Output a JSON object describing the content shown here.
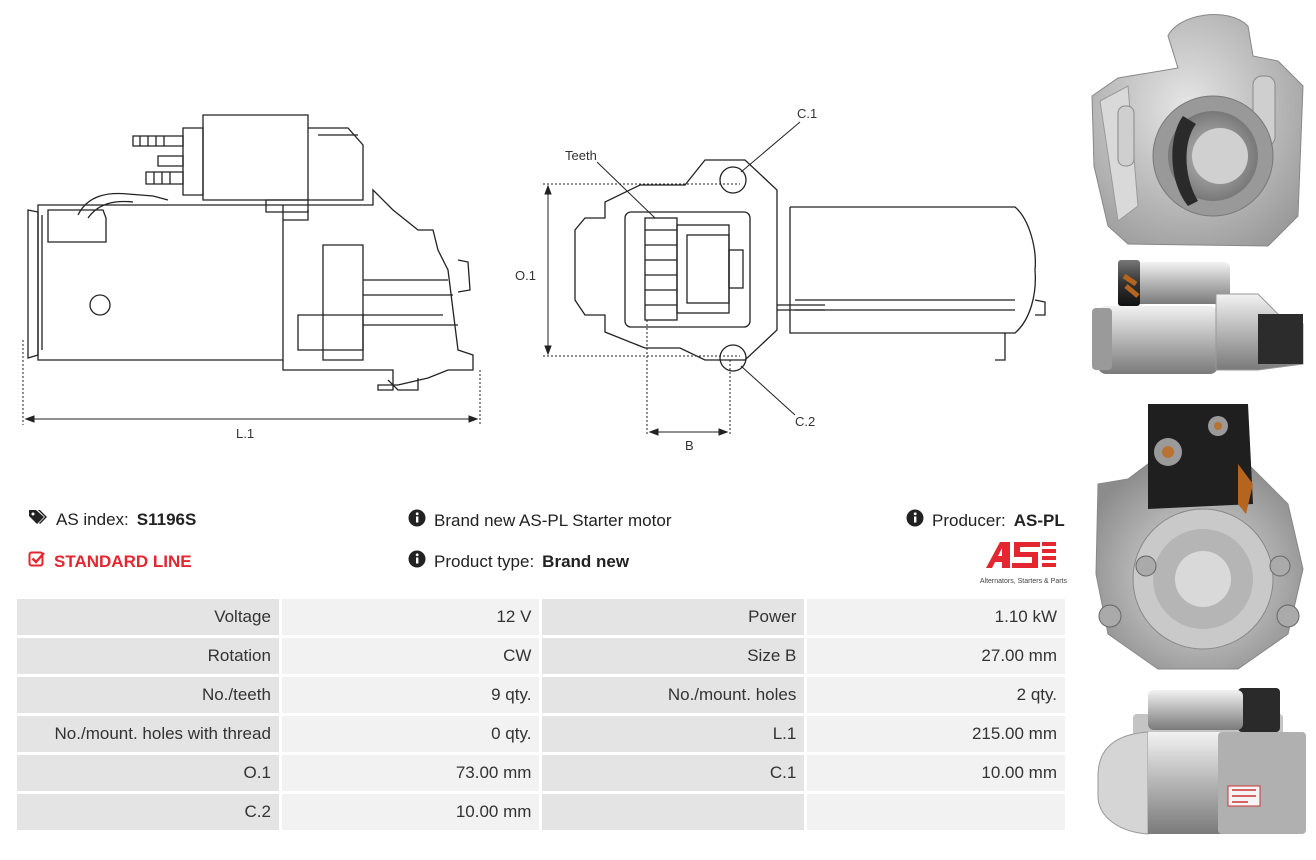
{
  "diagram": {
    "labels": {
      "l1": "L.1",
      "o1": "O.1",
      "c1": "C.1",
      "c2": "C.2",
      "teeth": "Teeth",
      "b": "B"
    }
  },
  "info": {
    "as_index_label": "AS index:",
    "as_index_value": "S1196S",
    "standard_line": "STANDARD LINE",
    "description": "Brand new AS-PL Starter motor",
    "product_type_label": "Product type:",
    "product_type_value": "Brand new",
    "producer_label": "Producer:",
    "producer_value": "AS-PL",
    "logo_tagline": "Alternators, Starters & Parts"
  },
  "specs": {
    "rows": [
      [
        {
          "label": "Voltage",
          "value": "12 V"
        },
        {
          "label": "Power",
          "value": "1.10 kW"
        }
      ],
      [
        {
          "label": "Rotation",
          "value": "CW"
        },
        {
          "label": "Size B",
          "value": "27.00 mm"
        }
      ],
      [
        {
          "label": "No./teeth",
          "value": "9 qty."
        },
        {
          "label": "No./mount. holes",
          "value": "2 qty."
        }
      ],
      [
        {
          "label": "No./mount. holes with thread",
          "value": "0 qty."
        },
        {
          "label": "L.1",
          "value": "215.00 mm"
        }
      ],
      [
        {
          "label": "O.1",
          "value": "73.00 mm"
        },
        {
          "label": "C.1",
          "value": "10.00 mm"
        }
      ],
      [
        {
          "label": "C.2",
          "value": "10.00 mm"
        },
        {
          "label": "",
          "value": ""
        }
      ]
    ]
  },
  "colors": {
    "accent_red": "#e3262f",
    "label_cell": "#e4e4e4",
    "value_cell": "#f2f2f2"
  }
}
